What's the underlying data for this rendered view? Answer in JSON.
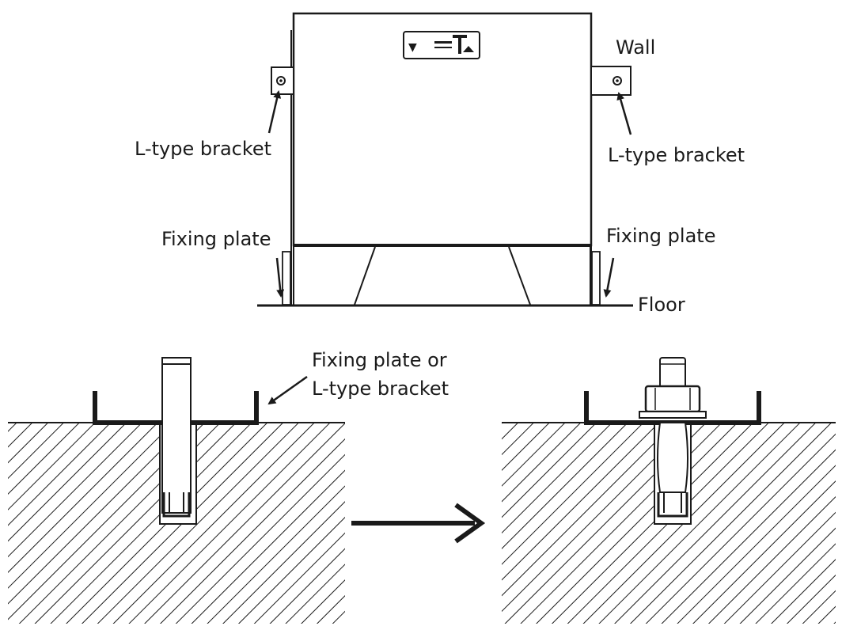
{
  "labels": {
    "wall": "Wall",
    "l_bracket_left": "L-type bracket",
    "l_bracket_right": "L-type bracket",
    "fixing_plate_left": "Fixing plate",
    "fixing_plate_right": "Fixing plate",
    "floor": "Floor",
    "fixing_plate_or_line1": "Fixing plate or",
    "fixing_plate_or_line2": "L-type bracket"
  },
  "colors": {
    "ink": "#1a1a1a",
    "background": "#ffffff"
  },
  "icons": {
    "cabinet_badge": "device-label-icon",
    "bolt_head": "hex-nut-icon",
    "anchor": "anchor-bolt-icon",
    "arrow": "right-arrow-icon"
  }
}
